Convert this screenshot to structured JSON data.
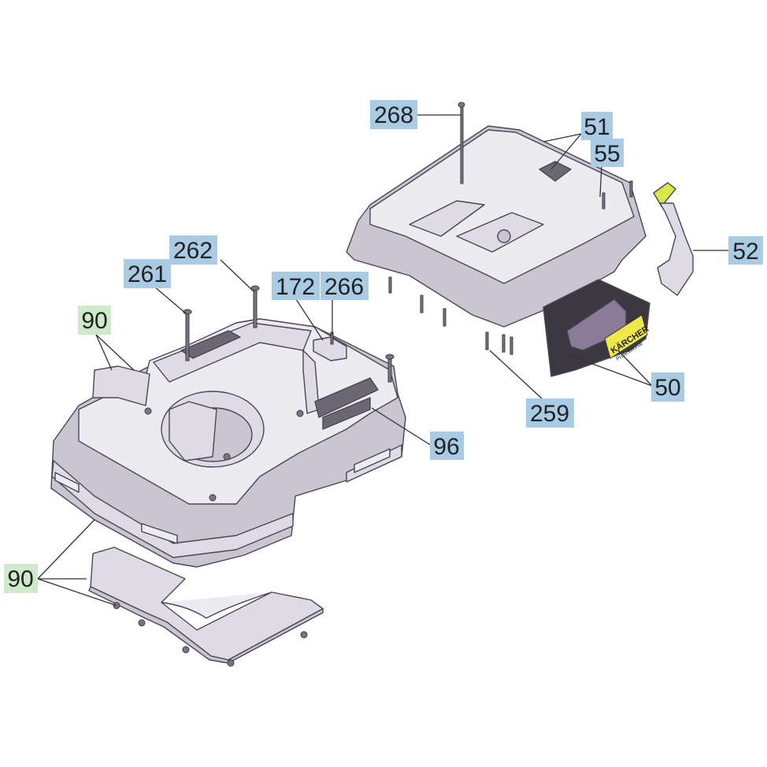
{
  "colors": {
    "label_blue": "#a9cbe3",
    "label_green": "#cfe9cb",
    "part_fill": "#dedbe4",
    "part_shadow": "#c9c5d1",
    "part_outline": "#4a4656",
    "handle_yellow": "#d7e94a"
  },
  "labels": {
    "l268": "268",
    "l51": "51",
    "l55": "55",
    "l52": "52",
    "l262": "262",
    "l261": "261",
    "l172": "172",
    "l266": "266",
    "l90_top": "90",
    "l50": "50",
    "l259": "259",
    "l96": "96",
    "l90_bottom": "90"
  },
  "brand": {
    "logo_text": "KÄRCHER",
    "logo_sub": "Professional"
  }
}
